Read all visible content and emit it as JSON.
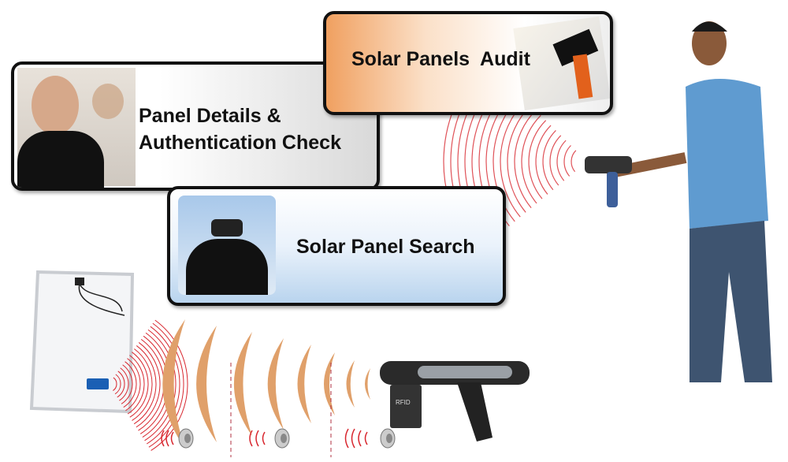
{
  "cards": {
    "details": {
      "line1": "Panel Details &",
      "line2": "Authentication Check"
    },
    "audit": {
      "title": "Solar Panels  Audit"
    },
    "search": {
      "title": "Solar Panel Search"
    }
  },
  "reader_label": "RFID",
  "colors": {
    "wave_red": "#d8262e",
    "wave_orange": "#e0a06a",
    "panel_tag": "#1a5fb4"
  }
}
